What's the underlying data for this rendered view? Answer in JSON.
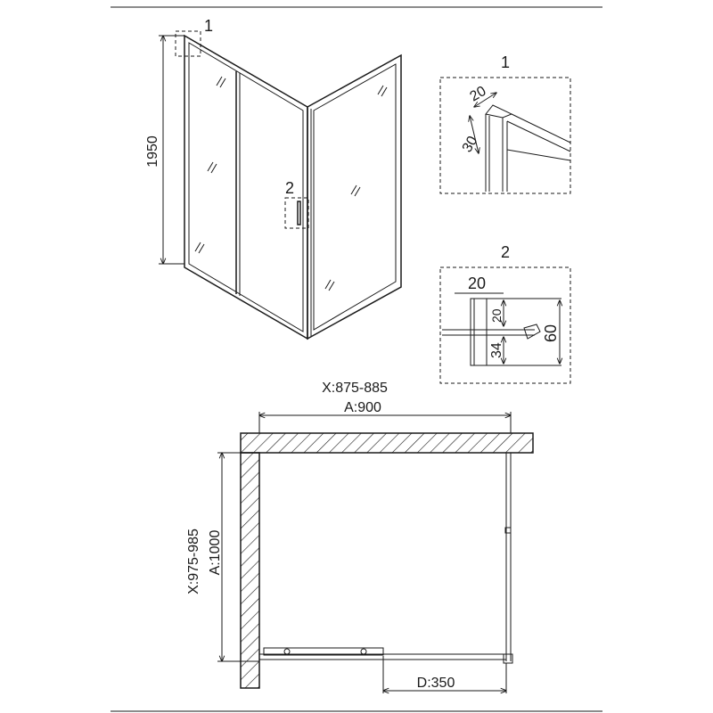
{
  "elevation": {
    "height_label": "1950",
    "callout_1": "1",
    "callout_2": "2"
  },
  "detail_1": {
    "title": "1",
    "dim_top": "20",
    "dim_side": "30"
  },
  "detail_2": {
    "title": "2",
    "dim_width": "20",
    "dim_upper": "20",
    "dim_lower": "34",
    "dim_total": "60"
  },
  "plan": {
    "width_range": "X:875-885",
    "width_nominal": "A:900",
    "depth_range": "X:975-985",
    "depth_nominal": "A:1000",
    "door_width": "D:350"
  },
  "colors": {
    "line": "#1a1a1a",
    "dashed": "#333333"
  }
}
